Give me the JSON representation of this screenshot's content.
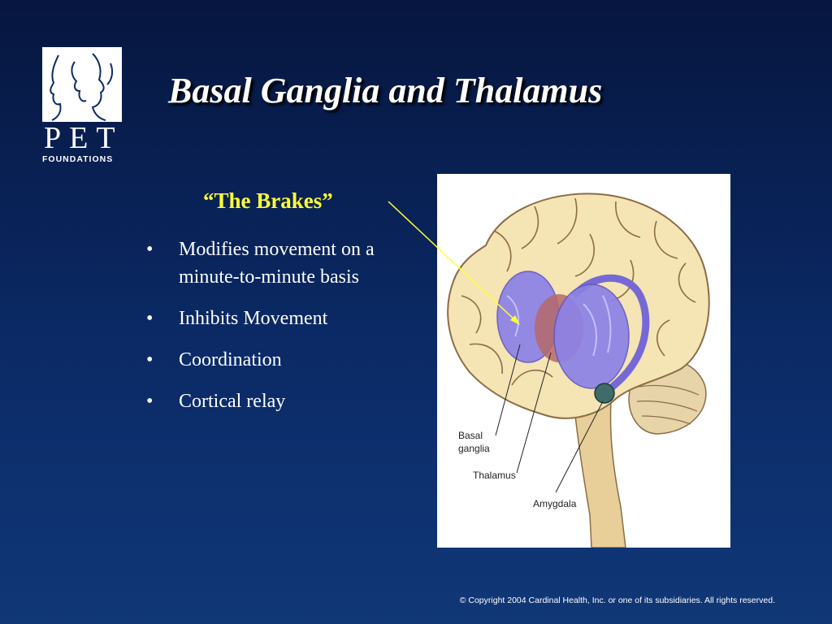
{
  "logo": {
    "wordmark": "PET",
    "subtitle": "FOUNDATIONS"
  },
  "slide": {
    "title": "Basal Ganglia and Thalamus",
    "subtitle": "“The Brakes”",
    "bullets": [
      "Modifies movement on a minute-to-minute basis",
      "Inhibits Movement",
      "Coordination",
      "Cortical relay"
    ],
    "bullet_symbol": "•"
  },
  "diagram": {
    "labels": {
      "basal_line1": "Basal",
      "basal_line2": "ganglia",
      "thalamus": "Thalamus",
      "amygdala": "Amygdala"
    }
  },
  "footer": {
    "copyright": "© Copyright 2004 Cardinal Health, Inc. or one of its subsidiaries.  All rights reserved."
  },
  "colors": {
    "background_top": "#06163f",
    "background_bottom": "#103777",
    "title": "#ffffff",
    "subtitle": "#ffff33",
    "brain_tissue": "#f5e4b4",
    "basal_ganglia": "#8b82e6",
    "thalamus": "#b56868",
    "amygdala": "#3f6b68"
  }
}
